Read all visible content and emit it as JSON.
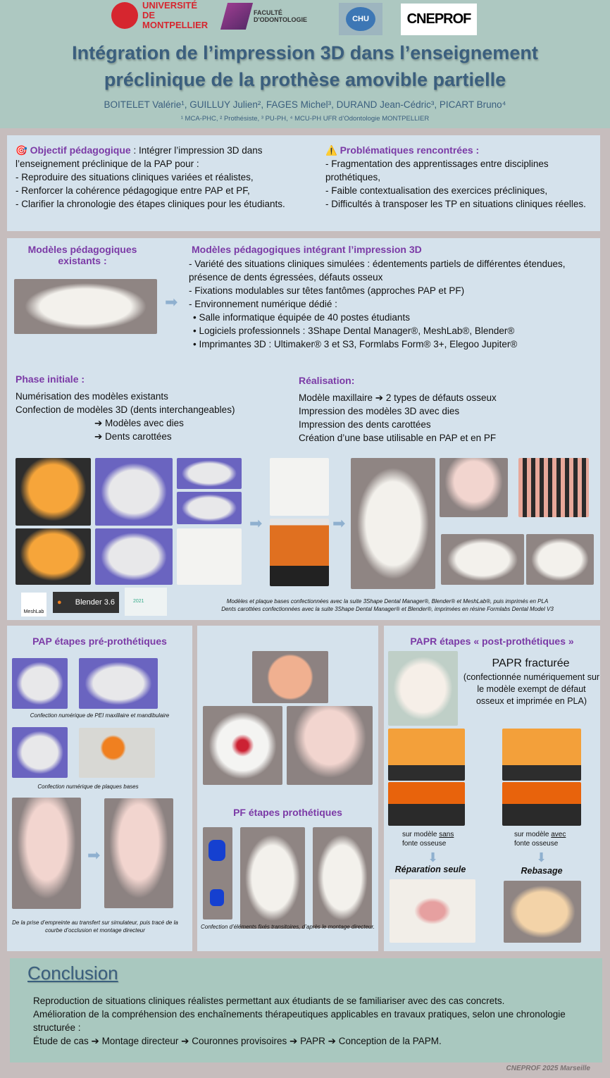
{
  "header": {
    "logos": [
      "UNIVERSITÉ DE MONTPELLIER",
      "FACULTÉ D'ODONTOLOGIE",
      "CHU",
      "CNEPROF"
    ],
    "title_line1": "Intégration de l’impression 3D dans l’enseignement",
    "title_line2": "préclinique de la prothèse amovible partielle",
    "authors": "BOITELET Valérie¹, GUILLUY Julien², FAGES Michel³, DURAND Jean-Cédric³, PICART Bruno⁴",
    "affiliations": "¹ MCA-PHC, ² Prothésiste, ³ PU-PH, ⁴ MCU-PH     UFR d’Odontologie MONTPELLIER"
  },
  "objectives": {
    "heading": "Objectif pédagogique",
    "intro": " : Intégrer l’impression 3D dans l’enseignement préclinique de la PAP pour :",
    "items": [
      "- Reproduire des situations cliniques variées et réalistes,",
      "- Renforcer la cohérence pédagogique entre PAP et PF,",
      "- Clarifier la chronologie des étapes cliniques pour les étudiants."
    ]
  },
  "problems": {
    "heading": "Problématiques rencontrées :",
    "items": [
      "- Fragmentation des apprentissages entre disciplines prothétiques,",
      "- Faible contextualisation des exercices précliniques,",
      "- Difficultés à transposer les TP en situations cliniques réelles."
    ]
  },
  "models": {
    "existing_heading": "Modèles pédagogiques existants :",
    "new_heading": "Modèles pédagogiques intégrant l’impression 3D",
    "items": [
      "- Variété des situations cliniques simulées : édentements partiels de différentes étendues, présence de dents égressées, défauts osseux",
      "- Fixations modulables sur têtes fantômes (approches PAP et PF)",
      "- Environnement numérique dédié :"
    ],
    "bullets": [
      "Salle informatique équipée de 40 postes étudiants",
      "Logiciels professionnels : 3Shape Dental Manager®, MeshLab®, Blender®",
      "Imprimantes 3D : Ultimaker® 3 et S3, Formlabs Form® 3+, Elegoo Jupiter®"
    ]
  },
  "phase": {
    "heading": "Phase initiale :",
    "items": [
      "Numérisation des modèles existants",
      "Confection de modèles 3D (dents interchangeables)",
      "➔ Modèles avec dies",
      "➔ Dents carottées"
    ]
  },
  "realisation": {
    "heading": "Réalisation:",
    "items": [
      "Modèle maxillaire ➔ 2 types de défauts osseux",
      "Impression des modèles 3D avec dies",
      "Impression des dents carottées",
      "Création d’une base utilisable en PAP et en PF"
    ]
  },
  "software": {
    "meshlab": "MeshLab",
    "blender": "Blender 3.6",
    "threeshape": "2021"
  },
  "captions_main": [
    "Modèles et plaque bases confectionnées avec la suite 3Shape Dental Manager®, Blender® et MeshLab®, puis imprimés en PLA",
    "Dents carottées confectionnées avec la suite 3Shape Dental Manager® et Blender®, imprimées en résine Formlabs Dental Model V3"
  ],
  "pap": {
    "heading": "PAP étapes pré-prothétiques",
    "captions": [
      "Confection numérique de PEI maxillaire et mandibulaire",
      "Confection numérique de plaques bases",
      "De la prise d’empreinte au transfert sur simulateur, puis tracé de la courbe d’occlusion et montage directeur"
    ]
  },
  "pf": {
    "heading": "PF étapes prothétiques",
    "caption": "Confection d’éléments fixés transitoires, d’après le montage directeur."
  },
  "papr": {
    "heading": "PAPR étapes « post-prothétiques »",
    "title": "PAPR fracturée",
    "desc": "(confectionnée numériquement sur le modèle exempt de défaut osseux et imprimée en PLA)",
    "left_a": "sur modèle ",
    "left_u": "sans",
    "left_b": "fonte osseuse",
    "right_a": "sur modèle ",
    "right_u": "avec",
    "right_b": "fonte osseuse",
    "left_result": "Réparation seule",
    "right_result": "Rebasage"
  },
  "conclusion": {
    "heading": "Conclusion",
    "lines": [
      "Reproduction de situations cliniques réalistes permettant aux étudiants de se familiariser avec des cas concrets.",
      "Amélioration de la compréhension des enchaînements thérapeutiques applicables en travaux pratiques, selon une chronologie structurée :",
      "Étude de cas ➔ Montage directeur ➔ Couronnes provisoires ➔ PAPR ➔ Conception de la PAPM."
    ]
  },
  "footer": "CNEPROF 2025 Marseille"
}
